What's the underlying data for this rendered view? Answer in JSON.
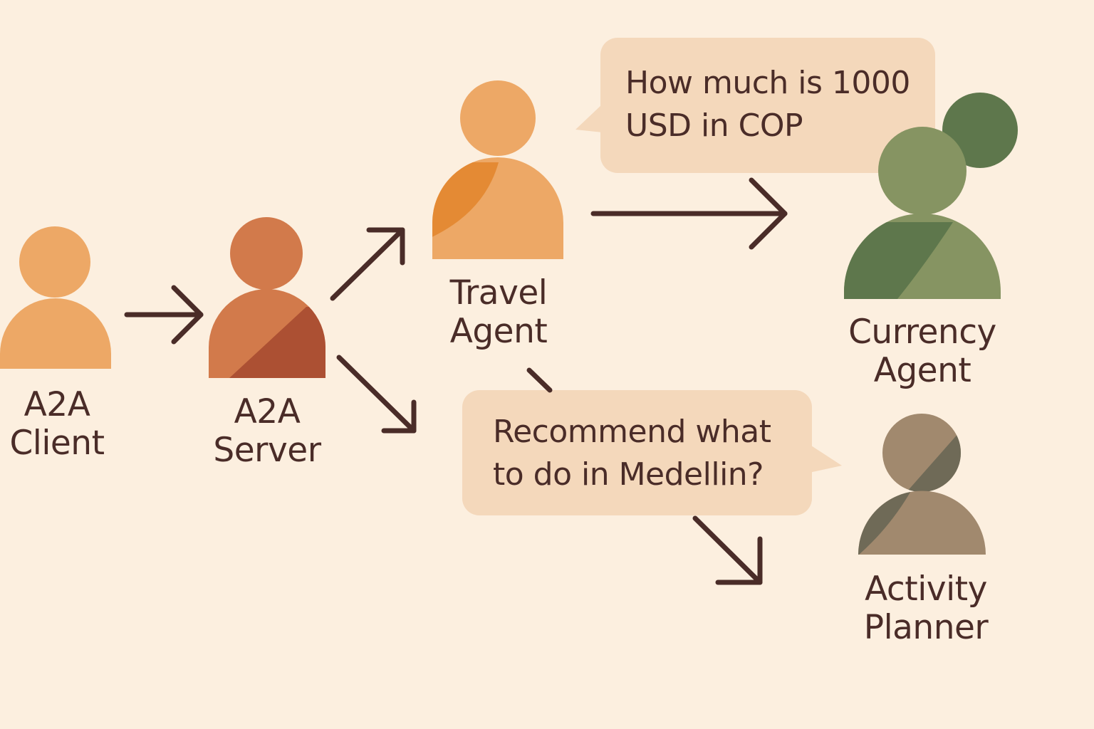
{
  "background_color": "#fcefdf",
  "text_color": "#4a2c28",
  "arrow_color": "#4a2c28",
  "nodes": {
    "client": {
      "line1": "A2A",
      "line2": "Client",
      "icon": "person-icon",
      "colors": {
        "primary": "#eda866",
        "shade": "#eda866"
      }
    },
    "server": {
      "line1": "A2A",
      "line2": "Server",
      "icon": "person-icon",
      "colors": {
        "primary": "#d27a4b",
        "shade": "#ac5033"
      }
    },
    "travel": {
      "line1": "Travel",
      "line2": "Agent",
      "icon": "person-icon",
      "colors": {
        "primary": "#eda866",
        "shade": "#e48a34"
      }
    },
    "currency": {
      "line1": "Currency",
      "line2": "Agent",
      "icon": "person-group-icon",
      "colors": {
        "primary": "#869462",
        "shade": "#5e774c"
      }
    },
    "activity": {
      "line1": "Activity",
      "line2": "Planner",
      "icon": "person-icon",
      "colors": {
        "primary": "#a1896e",
        "shade": "#6f6a57"
      }
    }
  },
  "bubbles": {
    "currency_query": {
      "line1": "How much is 1000",
      "line2": "USD in COP",
      "color": "#f4d8bb"
    },
    "activity_query": {
      "line1": "Recommend what",
      "line2": "to do in Medellin?",
      "color": "#f4d8bb"
    }
  }
}
